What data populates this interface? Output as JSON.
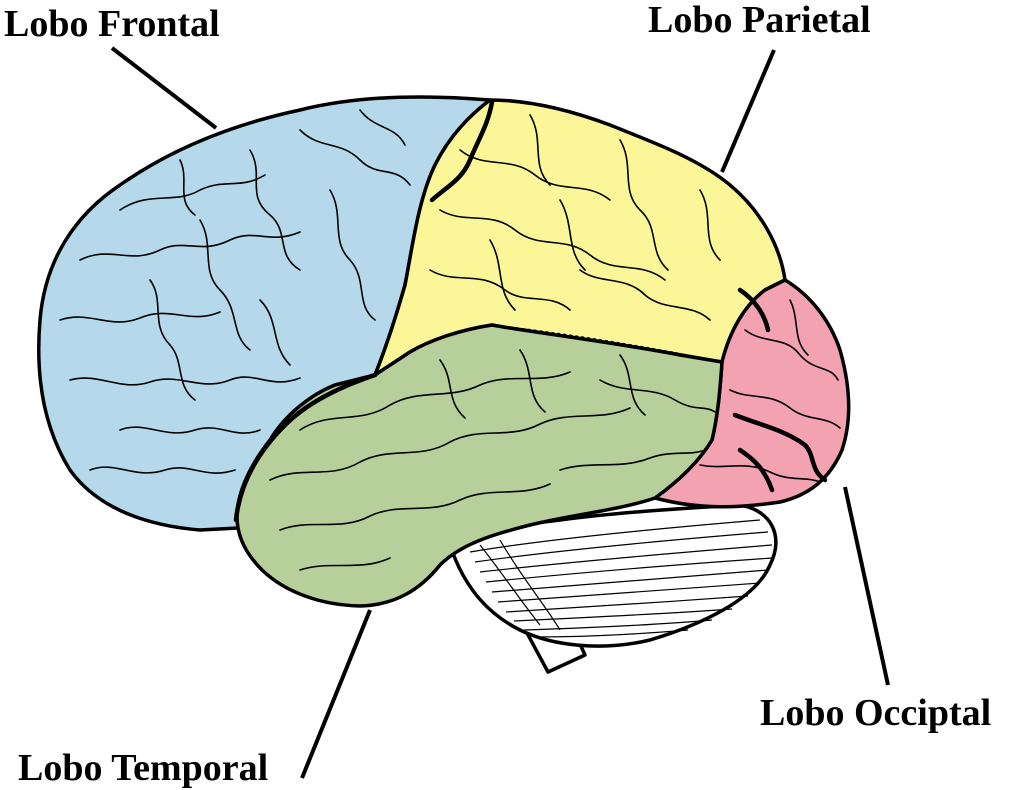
{
  "labels": {
    "frontal": "Lobo Frontal",
    "parietal": "Lobo Parietal",
    "temporal": "Lobo Temporal",
    "occipital": "Lobo Occiptal"
  },
  "colors": {
    "frontal": "#b5d8ea",
    "parietal": "#fbf697",
    "temporal": "#b7cf9a",
    "occipital": "#f2a2b1",
    "cerebellum": "#ffffff",
    "outline": "#000000"
  }
}
